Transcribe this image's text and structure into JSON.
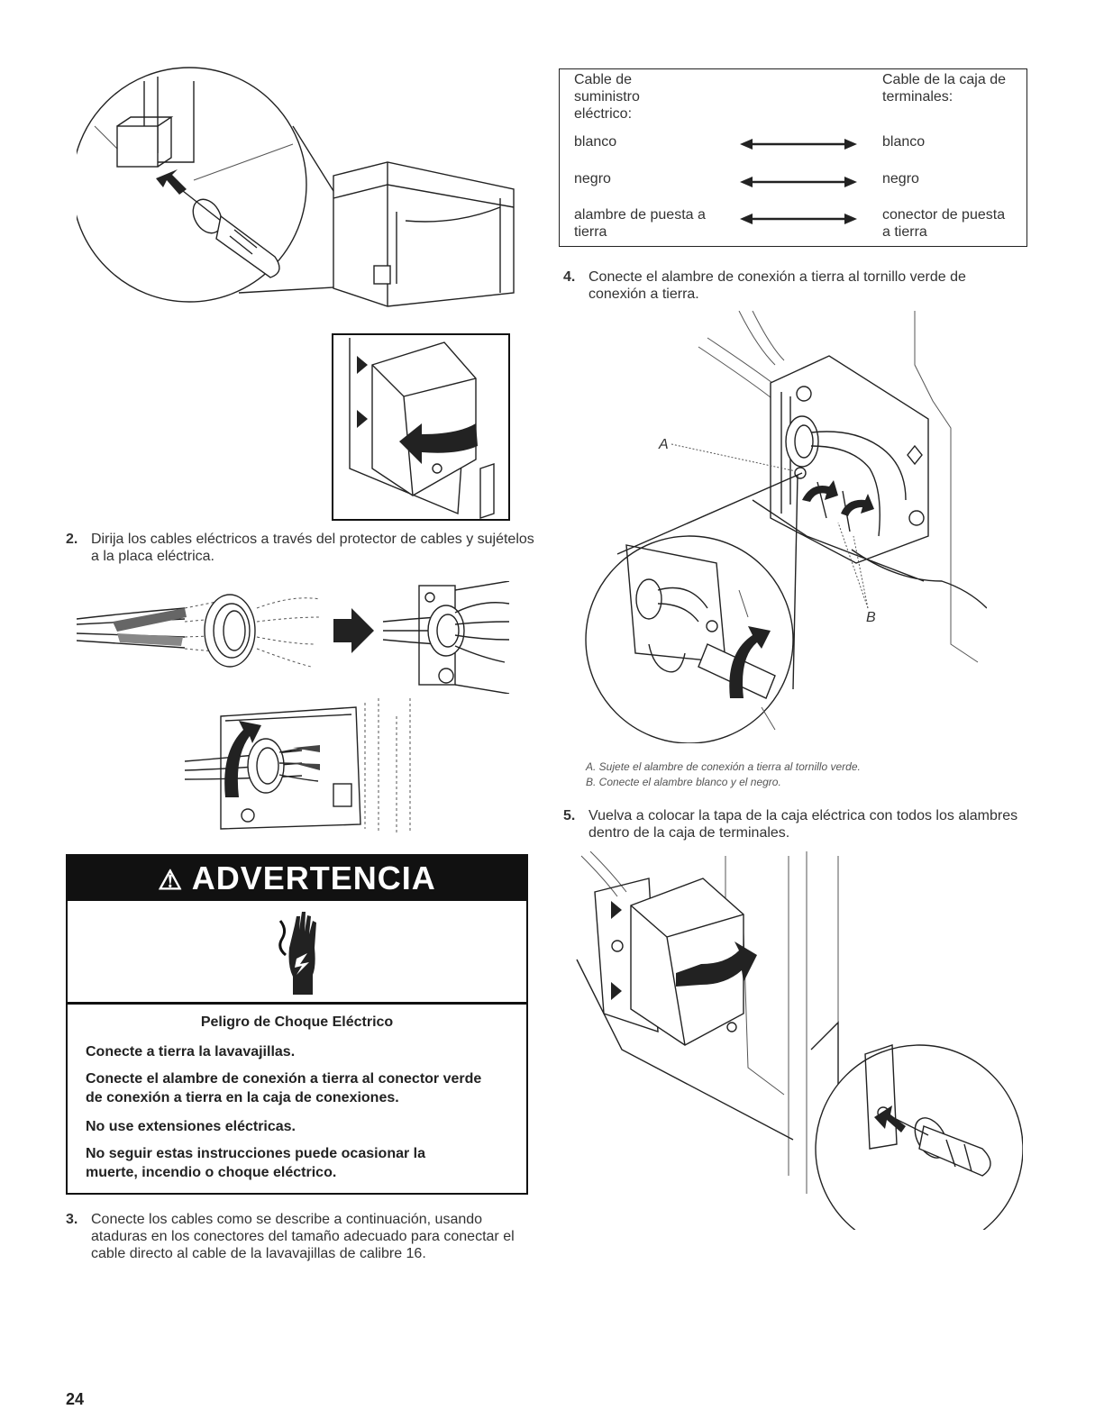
{
  "steps": {
    "step2": {
      "number": "2.",
      "text": "Dirija los cables eléctricos a través del protector de cables y sujételos a la placa eléctrica."
    },
    "step3": {
      "number": "3.",
      "text": "Conecte los cables como se describe a continuación, usando ataduras en los conectores del tamaño adecuado para conectar el cable directo al cable de la lavavajillas de calibre 16."
    },
    "step4": {
      "number": "4.",
      "text": "Conecte el alambre de conexión a tierra al tornillo verde de conexión a tierra."
    },
    "step5": {
      "number": "5.",
      "text": "Vuelva a colocar la tapa de la caja eléctrica con todos los alambres dentro de la caja de terminales."
    }
  },
  "wiring_table": {
    "left_header": "Cable de suministro eléctrico:",
    "right_header": "Cable de la caja de terminales:",
    "rows": [
      {
        "left": "blanco",
        "right": "blanco"
      },
      {
        "left": "negro",
        "right": "negro"
      },
      {
        "left": "alambre de puesta a tierra",
        "right": "conector de puesta a tierra"
      }
    ]
  },
  "figure_labels": {
    "a": "A",
    "b": "B"
  },
  "captions": {
    "a": "A. Sujete el alambre de conexión a tierra al tornillo verde.",
    "b": "B. Conecte el alambre blanco y el negro."
  },
  "warning": {
    "heading": "ADVERTENCIA",
    "icon": "electric-shock-hand-icon",
    "title": "Peligro de Choque Eléctrico",
    "lines": [
      "Conecte a tierra la lavavajillas.",
      "Conecte el alambre de conexión a tierra al conector verde de conexión a tierra en la caja de conexiones.",
      "No use extensiones eléctricas.",
      "No seguir estas instrucciones puede ocasionar la muerte, incendio o choque eléctrico."
    ]
  },
  "page_number": "24"
}
